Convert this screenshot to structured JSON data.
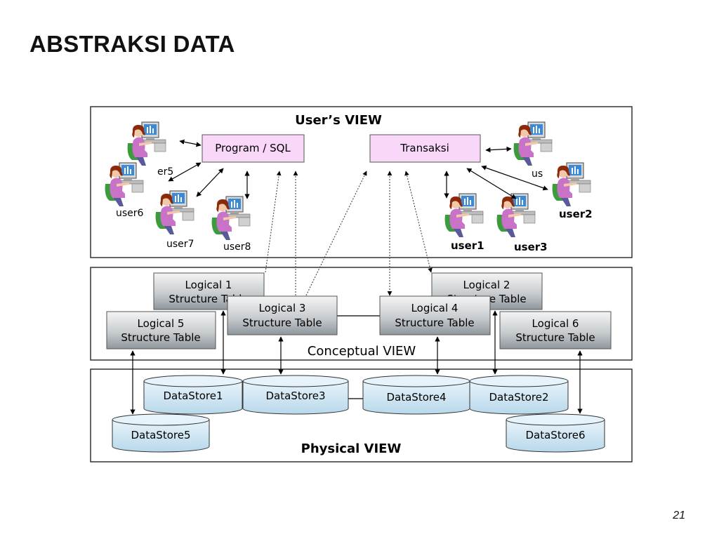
{
  "slide": {
    "title": "ABSTRAKSI DATA",
    "page_number": "21"
  },
  "diagram": {
    "users_view": {
      "title": "User’s VIEW",
      "program_box": "Program / SQL",
      "transaksi_box": "Transaksi",
      "users": {
        "user1": "user1",
        "user2": "user2",
        "user3": "user3",
        "user4_partial": "us",
        "user5_partial": "er5",
        "user6": "user6",
        "user7": "user7",
        "user8": "user8"
      }
    },
    "conceptual_view": {
      "title": "Conceptual VIEW",
      "logical1": [
        "Logical 1",
        "Structure Table"
      ],
      "logical2": [
        "Logical 2",
        "Structure Table"
      ],
      "logical3": [
        "Logical 3",
        "Structure Table"
      ],
      "logical4": [
        "Logical 4",
        "Structure Table"
      ],
      "logical5": [
        "Logical 5",
        "Structure Table"
      ],
      "logical6": [
        "Logical 6",
        "Structure Table"
      ]
    },
    "physical_view": {
      "title": "Physical VIEW",
      "datastores": {
        "ds1": "DataStore1",
        "ds2": "DataStore2",
        "ds3": "DataStore3",
        "ds4": "DataStore4",
        "ds5": "DataStore5",
        "ds6": "DataStore6"
      }
    },
    "colors": {
      "panel_border": "#333333",
      "pink_box": "#f8d7f8",
      "logical_fill_light": "#f2f2f2",
      "logical_fill_dark": "#9aa2a8",
      "datastore_fill": "#cfe6f2",
      "datastore_top": "#e6f3fa",
      "user_shirt": "#c873c8",
      "user_hair": "#8a2a0a",
      "chair_green": "#3c9b3c",
      "monitor_blue": "#3a8ad8"
    }
  }
}
